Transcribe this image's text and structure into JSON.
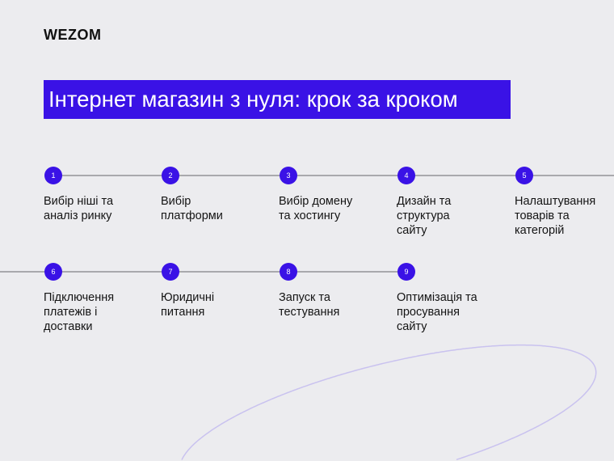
{
  "logo": "WEZOM",
  "title": "Інтернет магазин з нуля: крок за кроком",
  "accent": "#3a12e6",
  "steps": [
    {
      "num": "1",
      "label": "Вибір ніші та\nаналіз ринку"
    },
    {
      "num": "2",
      "label": "Вибір\nплатформи"
    },
    {
      "num": "3",
      "label": "Вибір домену\nта хостингу"
    },
    {
      "num": "4",
      "label": "Дизайн та\nструктура\nсайту"
    },
    {
      "num": "5",
      "label": "Налаштування\nтоварів та\nкатегорій"
    },
    {
      "num": "6",
      "label": "Підключення\nплатежів і\nдоставки"
    },
    {
      "num": "7",
      "label": "Юридичні\nпитання"
    },
    {
      "num": "8",
      "label": "Запуск та\nтестування"
    },
    {
      "num": "9",
      "label": "Оптимізація та\nпросування\nсайту"
    }
  ]
}
